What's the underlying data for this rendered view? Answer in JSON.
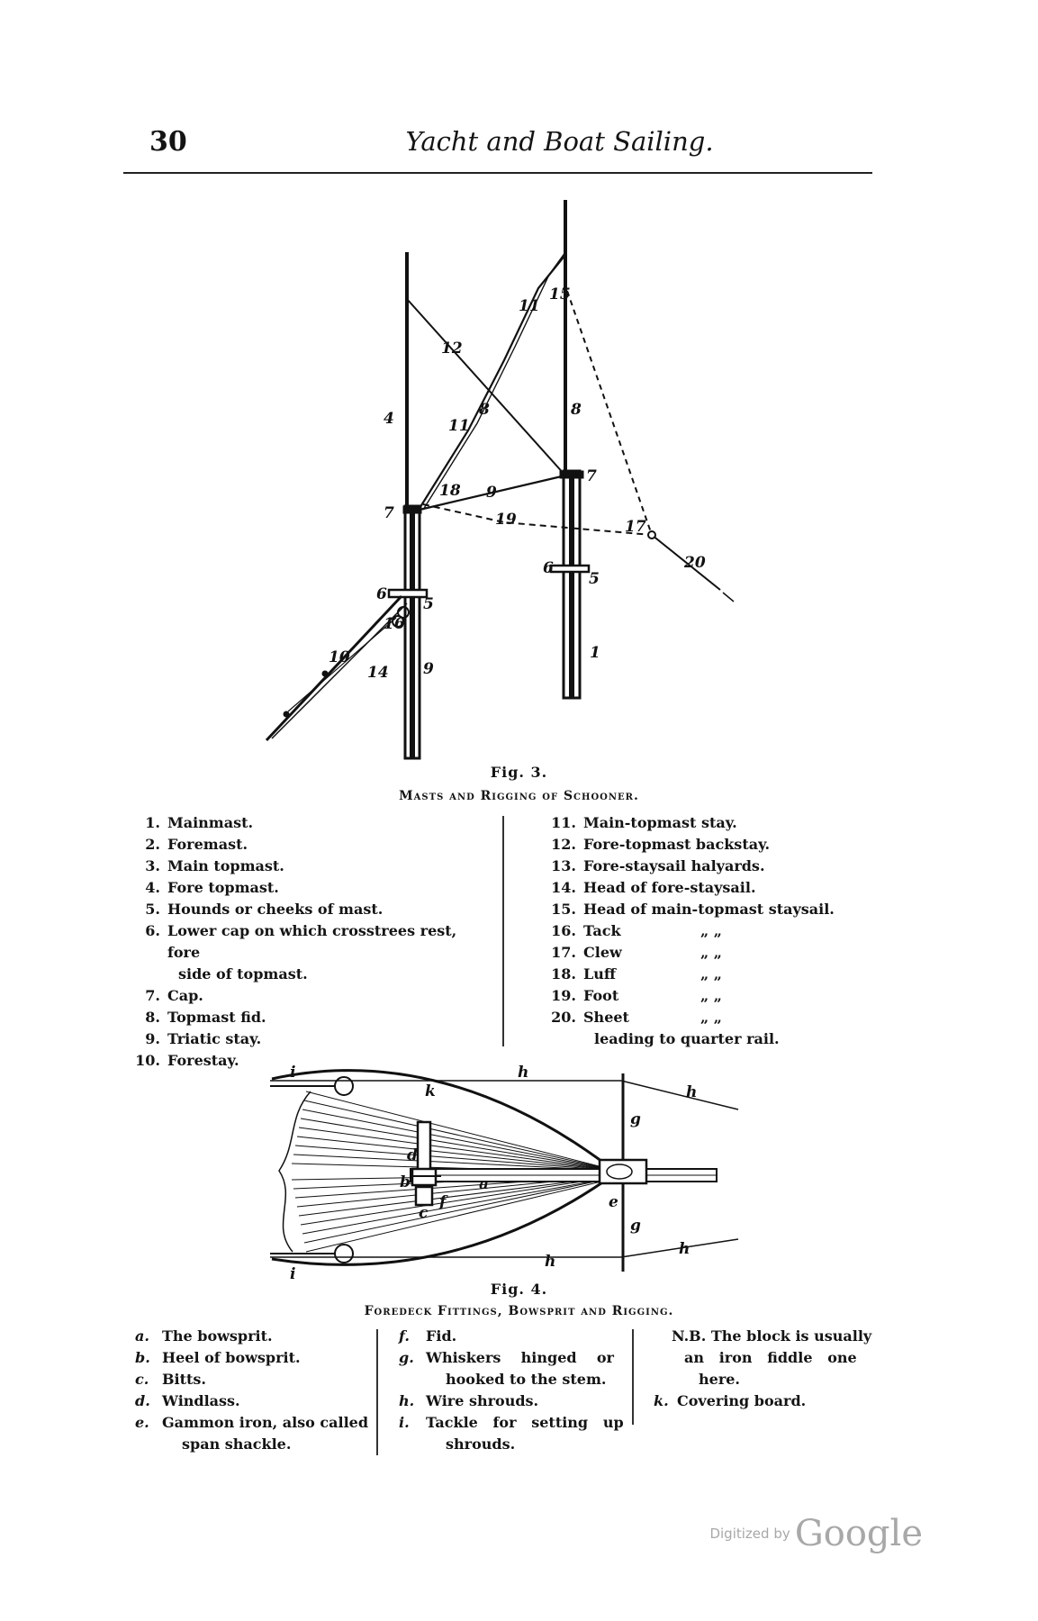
{
  "header": {
    "page_number": "30",
    "running_title": "Yacht and Boat Sailing."
  },
  "figure3": {
    "label": "Fig. 3.",
    "caption": "Masts and Rigging of Schooner.",
    "diagram_labels": [
      "1",
      "4",
      "5",
      "6",
      "7",
      "8",
      "9",
      "10",
      "11",
      "12",
      "14",
      "15",
      "16",
      "17",
      "18",
      "19",
      "20"
    ],
    "legend_left": [
      {
        "num": "1.",
        "text": "Mainmast."
      },
      {
        "num": "2.",
        "text": "Foremast."
      },
      {
        "num": "3.",
        "text": "Main topmast."
      },
      {
        "num": "4.",
        "text": "Fore topmast."
      },
      {
        "num": "5.",
        "text": "Hounds or cheeks of mast."
      },
      {
        "num": "6.",
        "text": "Lower cap on which crosstrees rest, fore"
      },
      {
        "num": "",
        "text": "side of topmast."
      },
      {
        "num": "7.",
        "text": "Cap."
      },
      {
        "num": "8.",
        "text": "Topmast fid."
      },
      {
        "num": "9.",
        "text": "Triatic stay."
      },
      {
        "num": "10.",
        "text": "Forestay."
      }
    ],
    "legend_right": [
      {
        "num": "11.",
        "text": "Main-topmast stay."
      },
      {
        "num": "12.",
        "text": "Fore-topmast backstay."
      },
      {
        "num": "13.",
        "text": "Fore-staysail halyards."
      },
      {
        "num": "14.",
        "text": "Head of fore-staysail."
      },
      {
        "num": "15.",
        "text": "Head of main-topmast staysail."
      },
      {
        "num": "16.",
        "text": "Tack",
        "ditto": "„          „"
      },
      {
        "num": "17.",
        "text": "Clew",
        "ditto": "„          „"
      },
      {
        "num": "18.",
        "text": "Luff",
        "ditto": "„          „"
      },
      {
        "num": "19.",
        "text": "Foot",
        "ditto": "„          „"
      },
      {
        "num": "20.",
        "text": "Sheet",
        "ditto": "„          „"
      },
      {
        "num": "",
        "text": "leading to quarter rail."
      }
    ]
  },
  "figure4": {
    "label": "Fig. 4.",
    "caption": "Foredeck Fittings, Bowsprit and Rigging.",
    "diagram_labels": [
      "a",
      "b",
      "c",
      "d",
      "e",
      "f",
      "g",
      "h",
      "i",
      "k"
    ],
    "col1": [
      {
        "key": "a.",
        "text": "The bowsprit."
      },
      {
        "key": "b.",
        "text": "Heel of bowsprit."
      },
      {
        "key": "c.",
        "text": "Bitts."
      },
      {
        "key": "d.",
        "text": "Windlass."
      },
      {
        "key": "e.",
        "text": "Gammon iron, also called"
      },
      {
        "key": "",
        "text": "span shackle."
      }
    ],
    "col2": [
      {
        "key": "f.",
        "text": "Fid."
      },
      {
        "key": "g.",
        "text": "Whiskers    hinged    or"
      },
      {
        "key": "",
        "text": "hooked to the stem."
      },
      {
        "key": "h.",
        "text": "Wire shrouds."
      },
      {
        "key": "i.",
        "text": "Tackle   for   setting   up"
      },
      {
        "key": "",
        "text": "shrouds."
      }
    ],
    "col3": [
      {
        "key": "",
        "text": "N.B. The block is usually"
      },
      {
        "key": "",
        "text": "an   iron   fiddle   one"
      },
      {
        "key": "",
        "text": "here."
      },
      {
        "key": "k.",
        "text": "Covering board."
      }
    ]
  },
  "footer": {
    "digitized_by": "Digitized by",
    "google": "Google"
  }
}
